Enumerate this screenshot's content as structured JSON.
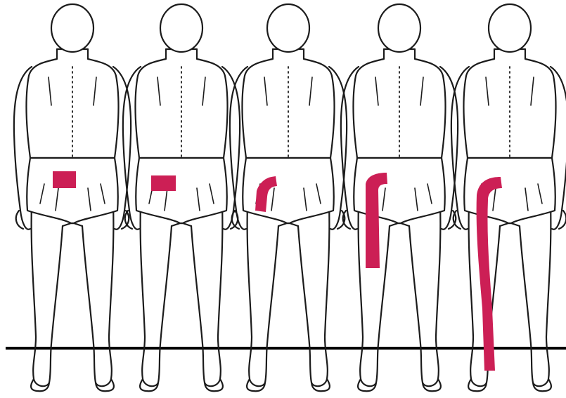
{
  "diagram": {
    "panel_count": 5,
    "pain_color": "#cc1f55",
    "outline_color": "#1b1b1b",
    "floor_color": "#000000",
    "background": "#ffffff",
    "panels": [
      {
        "pain_region": "lower-back-patch"
      },
      {
        "pain_region": "lower-back-patch-extended"
      },
      {
        "pain_region": "back-into-buttock"
      },
      {
        "pain_region": "back-buttock-and-thigh"
      },
      {
        "pain_region": "back-buttock-thigh-and-lower-leg"
      }
    ]
  }
}
